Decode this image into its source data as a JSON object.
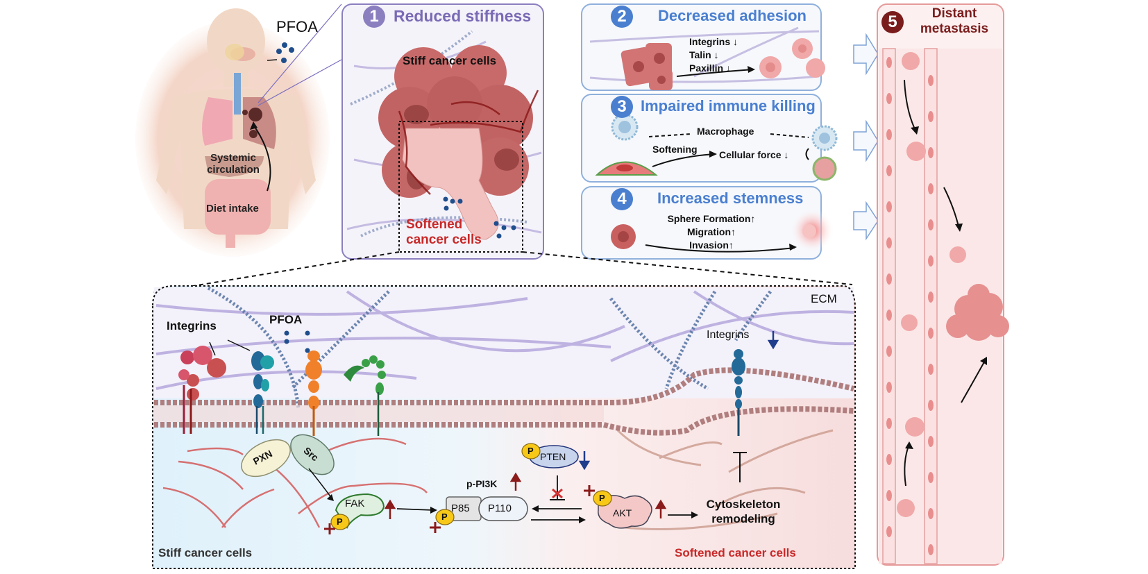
{
  "colors": {
    "panel1": "#8b7fbf",
    "panel_blue": "#4a7fd0",
    "panel5": "#7a1c1c",
    "soft_red": "#c82828",
    "dark_red": "#8b1a1a",
    "pfoa_dot": "#1f4e8c",
    "down_arrow_blue": "#1f3d8c"
  },
  "body_figure": {
    "pfoa_label": "PFOA",
    "systemic_label_line1": "Systemic",
    "systemic_label_line2": "circulation",
    "diet_label": "Diet intake"
  },
  "panel1": {
    "number": "1",
    "title": "Reduced stiffness",
    "stiff_label": "Stiff cancer cells",
    "soft_label_line1": "Softened",
    "soft_label_line2": "cancer cells"
  },
  "panel2": {
    "number": "2",
    "title": "Decreased adhesion",
    "items": [
      "Integrins ↓",
      "Talin ↓",
      "Paxillin ↓"
    ]
  },
  "panel3": {
    "number": "3",
    "title": "Impaired immune killing",
    "macrophage": "Macrophage",
    "softening": "Softening",
    "cellular_force": "Cellular force ↓"
  },
  "panel4": {
    "number": "4",
    "title": "Increased stemness",
    "items": [
      "Sphere Formation↑",
      "Migration↑",
      "Invasion↑"
    ]
  },
  "panel5": {
    "number": "5",
    "title_line1": "Distant",
    "title_line2": "metastasis"
  },
  "mechanism": {
    "ecm_label": "ECM",
    "integrins_label": "Integrins",
    "pfoa_label": "PFOA",
    "integrins_right_label": "Integrins",
    "pxn": "PXN",
    "src": "Src",
    "fak": "FAK",
    "p": "P",
    "p_pi3k": "p-PI3K",
    "p85": "P85",
    "p110": "P110",
    "pten": "PTEN",
    "akt": "AKT",
    "cyto_line1": "Cytoskeleton",
    "cyto_line2": "remodeling",
    "stiff_label": "Stiff cancer cells",
    "soft_label": "Softened cancer cells"
  }
}
